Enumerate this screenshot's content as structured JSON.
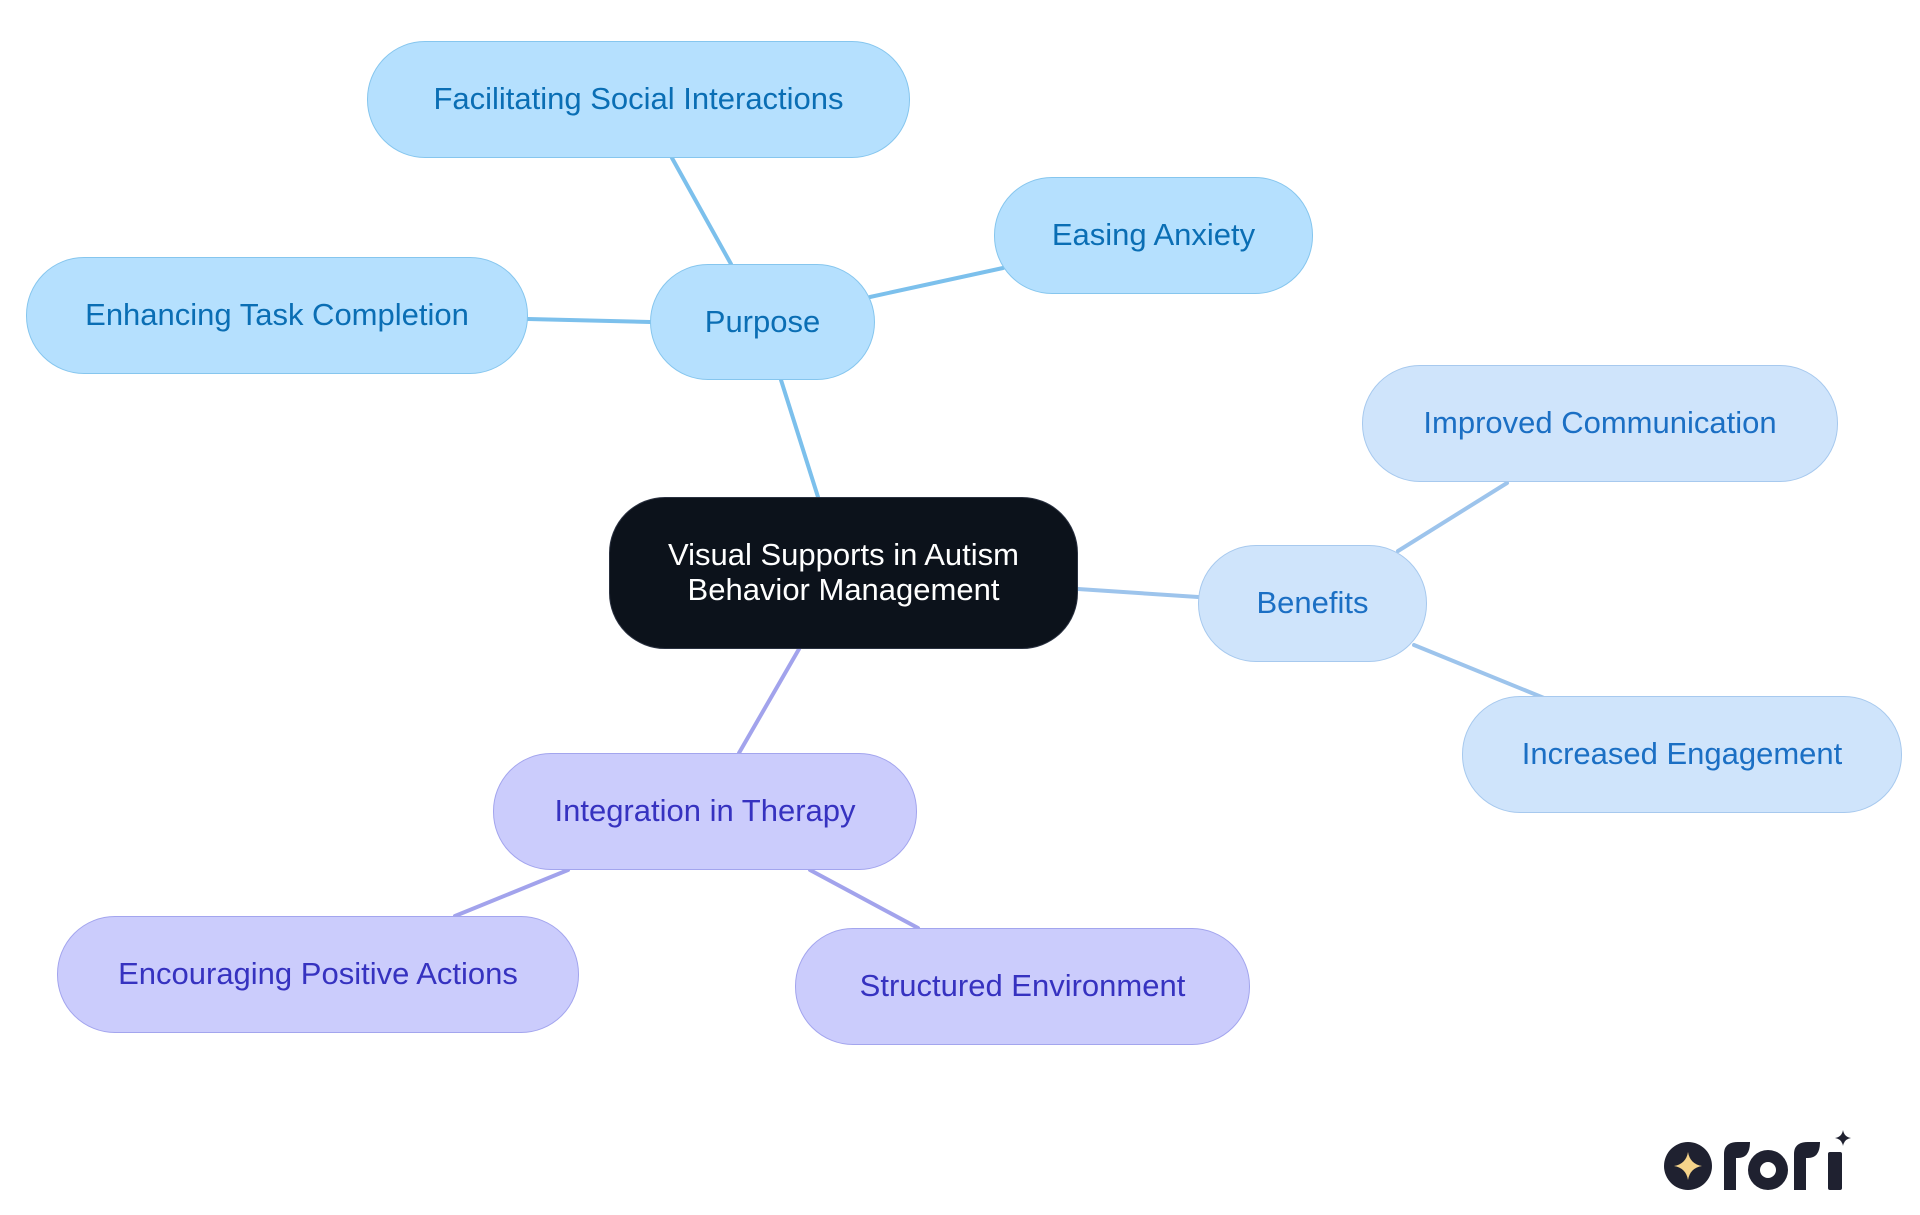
{
  "diagram": {
    "root": {
      "label": "Visual Supports in Autism Behavior Management"
    },
    "branches": [
      {
        "label": "Purpose",
        "children": [
          "Facilitating Social Interactions",
          "Easing Anxiety",
          "Enhancing Task Completion"
        ]
      },
      {
        "label": "Benefits",
        "children": [
          "Improved Communication",
          "Increased Engagement"
        ]
      },
      {
        "label": "Integration in Therapy",
        "children": [
          "Encouraging Positive Actions",
          "Structured Environment"
        ]
      }
    ]
  },
  "colors": {
    "root_fill": "#0c121b",
    "purpose_fill": "#b5e0fe",
    "purpose_edge": "#7cc0ec",
    "benefits_fill": "#cfe4fb",
    "benefits_edge": "#9dc4ec",
    "therapy_fill": "#cbccfc",
    "therapy_edge": "#a2a3ec",
    "logo_dark": "#1f2130",
    "logo_star": "#f6d48a"
  },
  "logo": {
    "text": "rori"
  }
}
